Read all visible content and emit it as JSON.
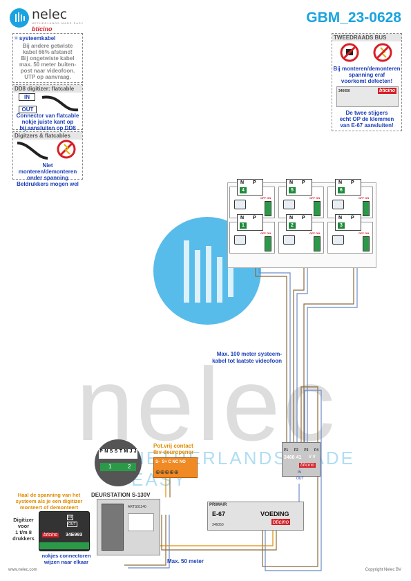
{
  "header": {
    "logo_name": "nelec",
    "logo_tagline": "NETHERLANDS MADE EASY",
    "logo_brand": "bticino",
    "doc_id": "GBM_23-0628"
  },
  "watermark": {
    "text": "nelec",
    "tagline": "NETHERLANDS MADE EASY"
  },
  "info_boxes": {
    "system_cable": {
      "legend": "= systeemkabel",
      "text": [
        "Bij andere getwiste",
        "kabel 66% afstand!",
        "Bij ongetwiste kabel",
        "max. 50 meter buiten-",
        "post naar videofoon.",
        "UTP op aanvraag."
      ]
    },
    "dd8": {
      "title": "DD8 digitizer: flatcable",
      "in_label": "IN",
      "out_label": "OUT",
      "text": [
        "Connector van flatcable",
        "nokje juiste kant op",
        "bij aansluiten op DD8"
      ]
    },
    "digitizers": {
      "title": "Digitzers & flatcables",
      "text_blue": [
        "Niet monteren/demonteren",
        "onder spanning"
      ],
      "text_blue2": "Beldrukkers mogen wel"
    },
    "twowire": {
      "title": "TWEEDRAADS BUS",
      "text": [
        "Bij monteren/demonteren",
        "spanning eraf",
        "voorkomt defecten!"
      ],
      "device_label": "346050",
      "device_brand": "bticino",
      "text2": [
        "De twee stijgers",
        "echt OP de klemmen",
        "van E-67 aansluiten!"
      ]
    }
  },
  "units": [
    {
      "n": "N",
      "p": "P",
      "num": "4",
      "switch": "OFF ON"
    },
    {
      "n": "N",
      "p": "P",
      "num": "5",
      "switch": "OFF ON"
    },
    {
      "n": "N",
      "p": "P",
      "num": "6",
      "switch": "OFF ON"
    },
    {
      "n": "N",
      "p": "P",
      "num": "1",
      "switch": "OFF ON"
    },
    {
      "n": "N",
      "p": "P",
      "num": "2",
      "switch": "OFF ON"
    },
    {
      "n": "N",
      "p": "P",
      "num": "3",
      "switch": "OFF ON"
    }
  ],
  "labels": {
    "max100": [
      "Max. 100 meter systeem-",
      "kabel tot laatste videofoon"
    ],
    "max50": "Max. 50 meter",
    "contact": [
      "Pot.vrij contact",
      "tbv deuropener"
    ],
    "contact_terms": "S-  S+ C NC NO",
    "door_station": "DEURSTATION S-130V",
    "door_device": "ARTS01140",
    "door_terms": [
      "P",
      "N",
      "S",
      "S",
      "T",
      "M",
      "J",
      "J"
    ],
    "door_conn_nums": [
      "1",
      "2"
    ],
    "warn_orange": [
      "Haal de spanning van het",
      "systeem als je een digitizer",
      "monteert of demonteert"
    ],
    "digitizer": [
      "Digitizer",
      "voor",
      "1 t/m 8",
      "drukkers"
    ],
    "digitizer_brand": "bticino",
    "digitizer_code": "34E993",
    "digitizer_in": "IN",
    "digitizer_out": "OUT",
    "nokjes": [
      "nokjes connectoren",
      "wijzen naar elkaar"
    ],
    "splitter_code": "3468 41",
    "splitter_ports": [
      "P1",
      "P2",
      "P3",
      "P4"
    ],
    "splitter_vv": "V V",
    "splitter_in": "IN",
    "splitter_out": "OUT",
    "splitter_brand": "bticino",
    "psu_primair": "PRIMAIR",
    "psu_e67": "E-67",
    "psu_voeding": "VOEDING",
    "psu_brand": "bticino",
    "psu_code": "346050",
    "footer_left": "www.nelec.com",
    "footer_right": "Copyright Nelec BV"
  }
}
